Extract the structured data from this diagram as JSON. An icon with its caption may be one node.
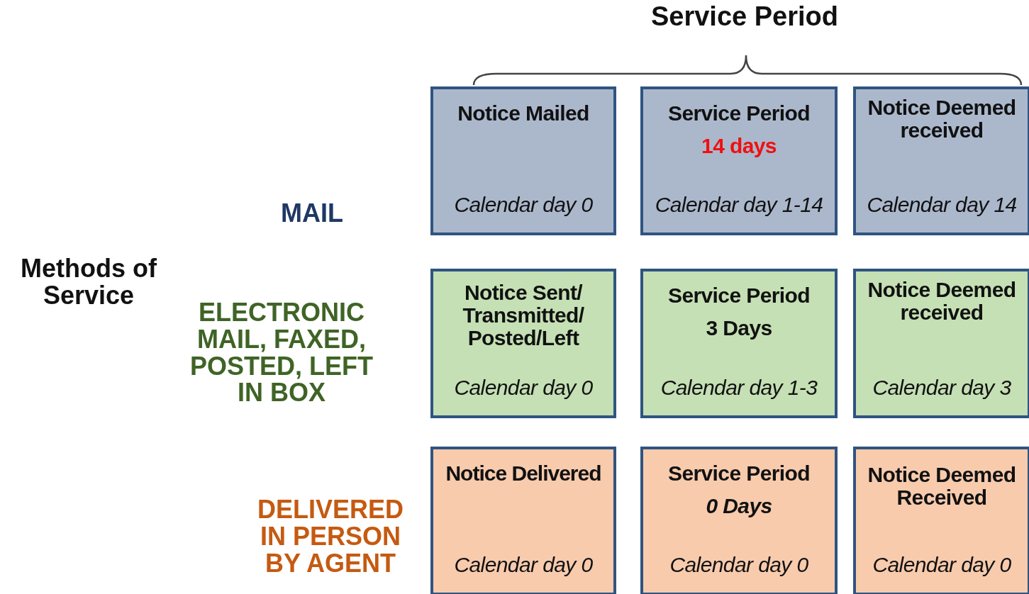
{
  "diagram": {
    "nodes": [
      {
        "text": [
          "Notice Mailed",
          "Calendar day 0"
        ]
      },
      {
        "text": [
          "Service Period",
          "14 days",
          "Calendar day 1-14"
        ]
      },
      {
        "text": [
          "Notice Deemed received",
          "Calendar day 14"
        ]
      },
      {
        "text": [
          "Notice Sent/ Transmitted/ Posted/Left",
          "Calendar day 0"
        ]
      },
      {
        "text": [
          "Service Period",
          "3 Days",
          "Calendar day 1-3"
        ]
      },
      {
        "text": [
          "Notice Deemed received",
          "Calendar day 3"
        ]
      },
      {
        "text": [
          "Notice Delivered",
          "Calendar day 0"
        ]
      },
      {
        "text": [
          "Service Period",
          "0 Days",
          "Calendar day 0"
        ]
      },
      {
        "text": [
          "Notice Deemed Received",
          "Calendar day 0"
        ]
      }
    ],
    "edges": [],
    "labels": [
      "Service Period",
      "MAIL",
      "Methods of Service",
      "ELECTRONIC MAIL, FAXED, POSTED, LEFT IN BOX",
      "DELIVERED IN PERSON BY AGENT"
    ]
  }
}
